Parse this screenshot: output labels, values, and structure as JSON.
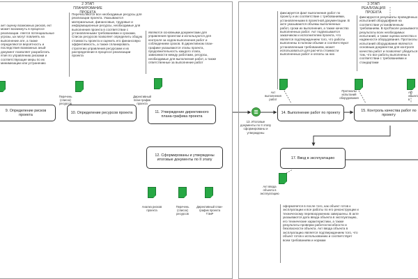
{
  "stages": {
    "s2": [
      "2 ЭТАП",
      "ПЛАНИРОВАНИЕ",
      "ПРОЕКТА"
    ],
    "s3": [
      "3 ЭТАП",
      "РЕАЛИЗАЦИЯ",
      "ПРОЕКТА"
    ]
  },
  "notes": {
    "n1": "ает оценку возможных рисков, ект может возникнуть в процессе реализации. ляется потенциальные угрозы, ых могут повлиять на выполнение ате, а также определяются вероятность и последствия возможных аный документ позволяет разработать ятия по управлению рисками и соответствующие меры по их минимизации или устранению",
    "n2": "Перечисляются все необходимые ресурсы для реализации проекта. Указываются материальные, финансовые, трудовые и информационные ресурсы, необходимые для выполнения проекта в соответствии с установленными требованиями и сроками. Список ресурсов позволяет определить общую стоимость проекта и оценить его финансовую эффективность, а также спланировать стратегию управления ресурсами и их распределение в процессе реализации проекта",
    "n3": "являются основными документами для управления проектом и используются для контроля за ходом выполнения работ и соблюдением сроков. В директивном план-графике указываются этапы проекта, продолжительность каждого этапа, зависимости между работами, ресурсы, необходимые для выполнения работ, а также ответственные за выполнение работ",
    "n4": "фиксируется факт выполнения работ по проекту и их соответствие с требованиями, установленными в проектной документации. В акте указываются объемы выполненных работ, сроки их выполнения, а также качество выполненных работ. Акт подписывается заказчиком и исполнителем проекта, что является подтверждением того, что работы выполнены в полном объеме и соответствуют установленным требованиям, может использоваться для расчета стоимости выполненных работ и оплаты за них",
    "n5": "фиксируются результаты проведённых испытаний оборудования на соответствие установленным требованиям. В протоколе указываются результаты всех необходимых испытаний, а также оценка качества и надежности оборудования. Протоколы испытаний оборудования являются основным документом для контроля качества работ и позволяют убедиться в том, что все работы выполнены в соответствии с требованиями и стандартами",
    "n6": "оформляется в после того, как объект готов к эксплуатации и все работы по его реконструкции и техническому перевооружению завершены. В акте указываются дата ввода объекта в эксплуатацию, его технические характеристики, а также результаты проверки работоспособности и безопасности объекта. Акт ввода объекта в эксплуатацию является подтверждением того, что объект готов к использованию и соответствует всем требованиям и нормам"
  },
  "processes": {
    "p9": "9. Определение рисков проекта",
    "p10": "10. Определение ресурсов проекта",
    "p11": "11. Утверждение директивного плана-графика проекта",
    "p12": "12. Сформированы и утверждены итоговые документы по II этапу",
    "p14": "14. Выполнение работ по проекту",
    "p15": "15. Контроль качества работ по проекту",
    "p17": "17. Ввод в эксплуатацию"
  },
  "event": {
    "label": "13. Итоговые документы по II этапу сформированы и утверждены"
  },
  "docs": {
    "d_resources": "Перечень (список) ресурсов",
    "d_plan": "Директивный план-график проекта",
    "d_risks": "Анализ рисков проекта",
    "d_resources2": "Перечень (список) ресурсов",
    "d_plan2": "Директивный план-график проекта ТЭиР",
    "d_act_work": "Акт выполнения работ",
    "d_protocol": "Протоколы испытаний оборудования",
    "d_act_object": "Акт ввода объекта в эксплуатацию",
    "d_right": "Акт объекта в"
  },
  "colors": {
    "doc_fill": "#27a844",
    "event_fill": "#4caf50"
  }
}
